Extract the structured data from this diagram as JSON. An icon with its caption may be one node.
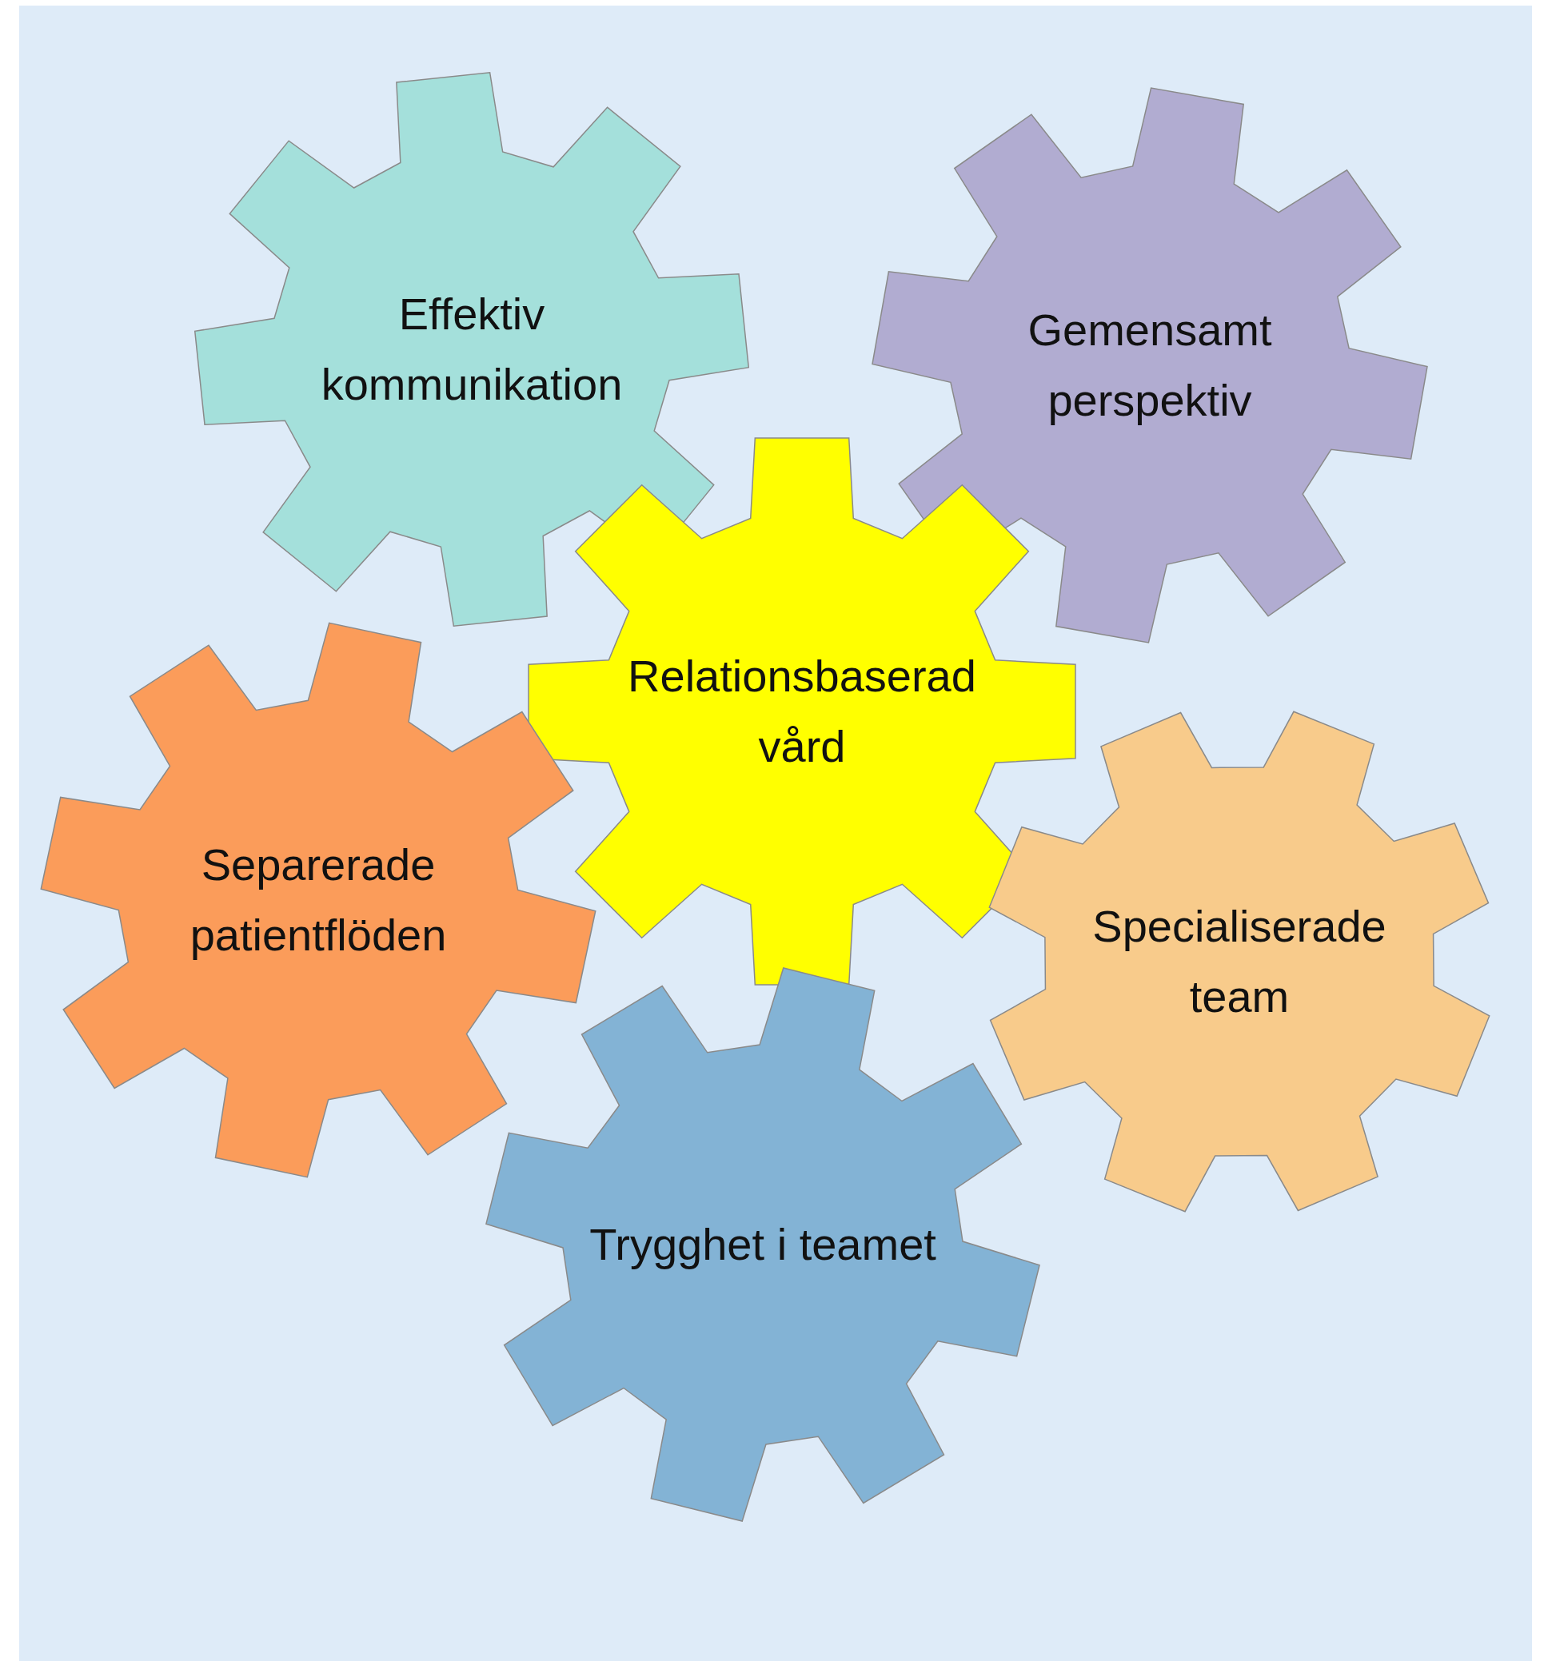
{
  "diagram": {
    "nodes": [
      {
        "text": [
          "Effektiv kommunikation"
        ]
      },
      {
        "text": [
          "Gemensamt perspektiv"
        ]
      },
      {
        "text": [
          "Relationsbaserad vård"
        ]
      },
      {
        "text": [
          "Separerade patientflöden"
        ]
      },
      {
        "text": [
          "Specialiserade team"
        ]
      },
      {
        "text": [
          "Trygghet i teamet"
        ]
      }
    ]
  }
}
